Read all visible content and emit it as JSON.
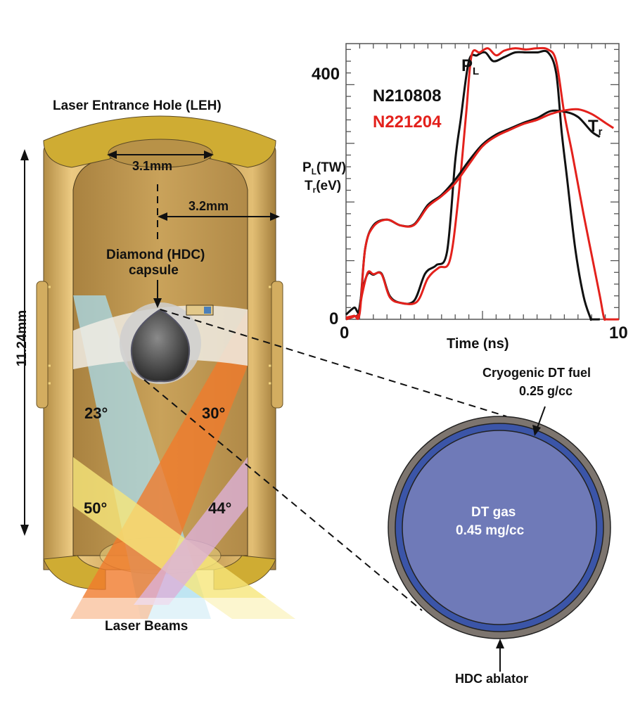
{
  "hohlraum": {
    "leh_label": "Laser Entrance Hole (LEH)",
    "leh_diameter": "3.1mm",
    "radius": "3.2mm",
    "length": "11.24mm",
    "capsule_label_line1": "Diamond (HDC)",
    "capsule_label_line2": "capsule",
    "beam_angles": [
      "23°",
      "30°",
      "50°",
      "44°"
    ],
    "beams_label": "Laser Beams",
    "colors": {
      "gold": "#c9a25a",
      "gold_rim": "#cfac33",
      "beam_23": "#a9dced",
      "beam_30": "#f07a2c",
      "beam_50": "#f6e67a",
      "beam_44": "#dcb0d8"
    }
  },
  "capsule": {
    "fuel_label_line1": "Cryogenic DT fuel",
    "fuel_label_line2": "0.25 g/cc",
    "gas_label_line1": "DT gas",
    "gas_label_line2": "0.45 mg/cc",
    "ablator_label": "HDC ablator",
    "colors": {
      "ablator": "#7d756f",
      "fuel": "#3b55a8",
      "gas": "#6f7ab8"
    }
  },
  "chart_data": {
    "type": "line",
    "title": "",
    "xlabel": "Time (ns)",
    "ylabel_line1": {
      "main": "P",
      "sub": "L",
      "rest": "(TW)"
    },
    "ylabel_line2": {
      "main": "T",
      "sub": "r",
      "rest": "(eV)"
    },
    "xlim": [
      0,
      10
    ],
    "ylim": [
      0,
      470
    ],
    "x_ticks": [
      0,
      10
    ],
    "x_tick_labels": [
      "0",
      "10"
    ],
    "y_ticks": [
      0,
      400
    ],
    "y_tick_labels": [
      "0",
      "400"
    ],
    "legend": [
      {
        "name": "N210808",
        "color": "#111111"
      },
      {
        "name": "N221204",
        "color": "#e3211c"
      }
    ],
    "curve_labels": {
      "power": {
        "main": "P",
        "sub": "L"
      },
      "trad": {
        "main": "T",
        "sub": "r"
      }
    },
    "series": [
      {
        "name": "N210808",
        "quantity": "P_L",
        "color": "#111111",
        "x": [
          0,
          0.3,
          0.45,
          0.6,
          0.8,
          1.0,
          1.3,
          1.6,
          2.0,
          2.5,
          2.9,
          3.3,
          3.7,
          4.0,
          4.2,
          4.5,
          4.8,
          5.1,
          5.4,
          5.8,
          6.2,
          6.6,
          7.0,
          7.4,
          7.7,
          7.9,
          8.1,
          8.4,
          8.7,
          8.95,
          9.0,
          9.3
        ],
        "y": [
          0,
          5,
          10,
          50,
          78,
          76,
          78,
          40,
          28,
          32,
          78,
          92,
          115,
          270,
          340,
          440,
          450,
          455,
          440,
          447,
          455,
          455,
          455,
          455,
          420,
          320,
          240,
          120,
          40,
          3,
          0,
          0
        ]
      },
      {
        "name": "N221204",
        "quantity": "P_L",
        "color": "#e3211c",
        "x": [
          0,
          0.3,
          0.45,
          0.6,
          0.8,
          1.0,
          1.3,
          1.6,
          2.0,
          2.6,
          3.0,
          3.4,
          3.8,
          4.1,
          4.4,
          4.6,
          4.9,
          5.2,
          5.5,
          5.8,
          6.2,
          6.6,
          7.0,
          7.4,
          7.7,
          8.0,
          8.3,
          8.7,
          9.0,
          9.3,
          9.45,
          9.55,
          10.0
        ],
        "y": [
          0,
          5,
          8,
          45,
          80,
          77,
          77,
          38,
          28,
          30,
          70,
          88,
          100,
          200,
          350,
          450,
          455,
          462,
          450,
          458,
          462,
          460,
          462,
          460,
          440,
          350,
          280,
          180,
          110,
          40,
          3,
          0,
          0
        ]
      },
      {
        "name": "N210808",
        "quantity": "T_r",
        "color": "#111111",
        "x": [
          0,
          0.3,
          0.5,
          0.7,
          1.0,
          1.5,
          2.0,
          2.5,
          3.0,
          3.5,
          4.0,
          4.5,
          5.0,
          5.5,
          6.0,
          6.5,
          7.0,
          7.5,
          8.0,
          8.5,
          9.0,
          9.3
        ],
        "y": [
          8,
          20,
          18,
          120,
          160,
          170,
          160,
          162,
          195,
          212,
          238,
          270,
          298,
          315,
          325,
          335,
          343,
          355,
          354,
          345,
          320,
          311
        ]
      },
      {
        "name": "N221204",
        "quantity": "T_r",
        "color": "#e3211c",
        "x": [
          0,
          0.3,
          0.5,
          0.7,
          1.0,
          1.5,
          2.0,
          2.5,
          3.0,
          3.5,
          4.0,
          4.5,
          5.0,
          5.5,
          6.0,
          6.5,
          7.0,
          7.5,
          8.0,
          8.5,
          9.0,
          9.5,
          9.8
        ],
        "y": [
          3,
          6,
          10,
          120,
          158,
          170,
          160,
          161,
          192,
          210,
          232,
          264,
          295,
          312,
          323,
          333,
          340,
          350,
          356,
          358,
          350,
          335,
          326
        ]
      }
    ]
  }
}
